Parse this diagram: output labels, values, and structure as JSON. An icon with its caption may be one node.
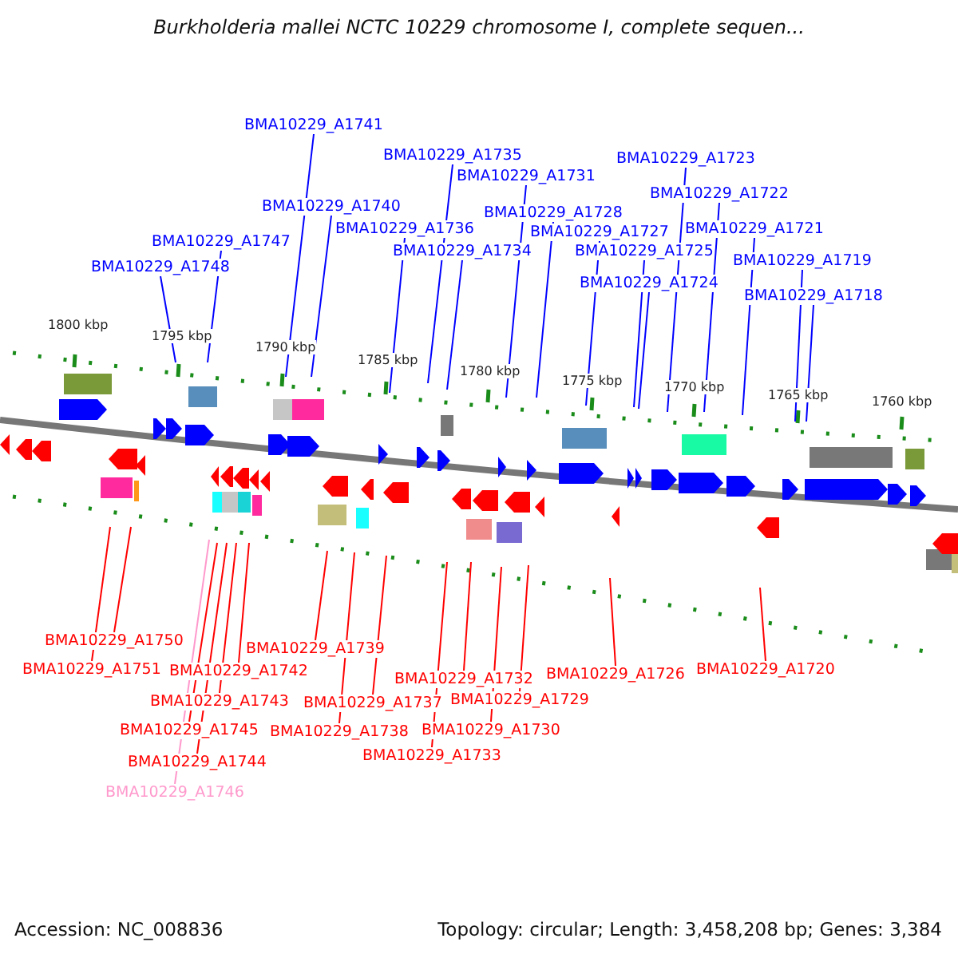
{
  "diagram": {
    "title": "Burkholderia mallei NCTC 10229 chromosome I, complete sequen...",
    "nodes": [
      {
        "text": [
          "BMA10229_A1741"
        ]
      },
      {
        "text": [
          "BMA10229_A1735"
        ]
      },
      {
        "text": [
          "BMA10229_A1723"
        ]
      },
      {
        "text": [
          "BMA10229_A1731"
        ]
      },
      {
        "text": [
          "BMA10229_A1722"
        ]
      },
      {
        "text": [
          "BMA10229_A1740"
        ]
      },
      {
        "text": [
          "BMA10229_A1728"
        ]
      },
      {
        "text": [
          "BMA10229_A1736"
        ]
      },
      {
        "text": [
          "BMA10229_A1721"
        ]
      },
      {
        "text": [
          "BMA10229_A1727"
        ]
      },
      {
        "text": [
          "BMA10229_A1747"
        ]
      },
      {
        "text": [
          "BMA10229_A1734"
        ]
      },
      {
        "text": [
          "BMA10229_A1725"
        ]
      },
      {
        "text": [
          "BMA10229_A1719"
        ]
      },
      {
        "text": [
          "BMA10229_A1748"
        ]
      },
      {
        "text": [
          "BMA10229_A1724"
        ]
      },
      {
        "text": [
          "BMA10229_A1718"
        ]
      },
      {
        "text": [
          "BMA10229_A1750"
        ]
      },
      {
        "text": [
          "BMA10229_A1739"
        ]
      },
      {
        "text": [
          "BMA10229_A1751"
        ]
      },
      {
        "text": [
          "BMA10229_A1742"
        ]
      },
      {
        "text": [
          "BMA10229_A1720"
        ]
      },
      {
        "text": [
          "BMA10229_A1726"
        ]
      },
      {
        "text": [
          "BMA10229_A1732"
        ]
      },
      {
        "text": [
          "BMA10229_A1729"
        ]
      },
      {
        "text": [
          "BMA10229_A1743"
        ]
      },
      {
        "text": [
          "BMA10229_A1737"
        ]
      },
      {
        "text": [
          "BMA10229_A1745"
        ]
      },
      {
        "text": [
          "BMA10229_A1730"
        ]
      },
      {
        "text": [
          "BMA10229_A1738"
        ]
      },
      {
        "text": [
          "BMA10229_A1733"
        ]
      },
      {
        "text": [
          "BMA10229_A1744"
        ]
      },
      {
        "text": [
          "BMA10229_A1746"
        ]
      }
    ],
    "edges": [
      {
        "from": 0,
        "to": null,
        "arrow": "none"
      },
      {
        "from": 1,
        "to": null,
        "arrow": "none"
      },
      {
        "from": 2,
        "to": null,
        "arrow": "none"
      },
      {
        "from": 3,
        "to": null,
        "arrow": "none"
      },
      {
        "from": 4,
        "to": null,
        "arrow": "none"
      },
      {
        "from": 5,
        "to": null,
        "arrow": "none"
      },
      {
        "from": 6,
        "to": null,
        "arrow": "none"
      },
      {
        "from": 7,
        "to": null,
        "arrow": "none"
      },
      {
        "from": 8,
        "to": null,
        "arrow": "none"
      },
      {
        "from": 9,
        "to": null,
        "arrow": "none"
      },
      {
        "from": 10,
        "to": null,
        "arrow": "none"
      },
      {
        "from": 11,
        "to": null,
        "arrow": "none"
      },
      {
        "from": 12,
        "to": null,
        "arrow": "none"
      },
      {
        "from": 13,
        "to": null,
        "arrow": "none"
      },
      {
        "from": 14,
        "to": null,
        "arrow": "none"
      },
      {
        "from": 15,
        "to": null,
        "arrow": "none"
      },
      {
        "from": 16,
        "to": null,
        "arrow": "none"
      },
      {
        "from": 17,
        "to": null,
        "arrow": "none",
        "color": "#ff0000"
      },
      {
        "from": 18,
        "to": null,
        "arrow": "none",
        "color": "#ff0000"
      },
      {
        "from": 19,
        "to": null,
        "arrow": "none",
        "color": "#ff0000"
      },
      {
        "from": 20,
        "to": null,
        "arrow": "none",
        "color": "#ff0000"
      },
      {
        "from": 21,
        "to": null,
        "arrow": "none",
        "color": "#ff0000"
      },
      {
        "from": 22,
        "to": null,
        "arrow": "none",
        "color": "#ff0000"
      },
      {
        "from": 23,
        "to": null,
        "arrow": "none",
        "color": "#ff0000"
      },
      {
        "from": 24,
        "to": null,
        "arrow": "none",
        "color": "#ff0000"
      },
      {
        "from": 25,
        "to": null,
        "arrow": "none",
        "color": "#ff0000"
      },
      {
        "from": 26,
        "to": null,
        "arrow": "none",
        "color": "#ff0000"
      },
      {
        "from": 27,
        "to": null,
        "arrow": "none",
        "color": "#ff0000"
      },
      {
        "from": 28,
        "to": null,
        "arrow": "none",
        "color": "#ff0000"
      },
      {
        "from": 29,
        "to": null,
        "arrow": "none",
        "color": "#ff0000"
      },
      {
        "from": 30,
        "to": null,
        "arrow": "none",
        "color": "#ff0000"
      },
      {
        "from": 31,
        "to": null,
        "arrow": "none",
        "color": "#ff0000"
      },
      {
        "from": 32,
        "to": null,
        "arrow": "none",
        "color": "#ff99cc"
      }
    ],
    "labels": [
      "1800 kbp",
      "1795 kbp",
      "1790 kbp",
      "1785 kbp",
      "1780 kbp",
      "1775 kbp",
      "1770 kbp",
      "1765 kbp",
      "1760 kbp",
      "Accession: NC_008836",
      "Topology: circular; Length: 3,458,208 bp; Genes: 3,384"
    ]
  }
}
